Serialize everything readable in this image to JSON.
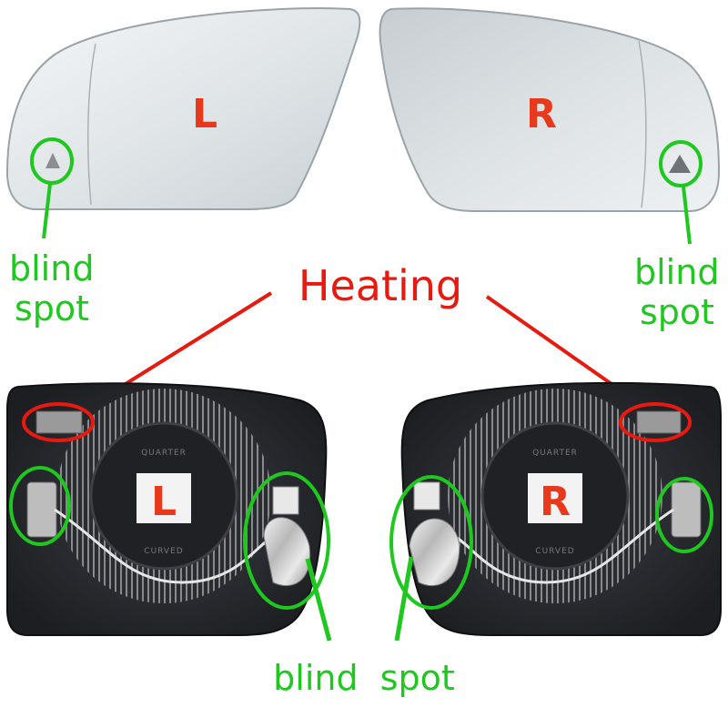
{
  "labels": {
    "heating": "Heating",
    "blind_spot_left_line1": "blind",
    "blind_spot_left_line2": "spot",
    "blind_spot_right_line1": "blind",
    "blind_spot_right_line2": "spot",
    "blind_spot_bottom": "blind  spot"
  },
  "mirrors": {
    "top_left_letter": "L",
    "top_right_letter": "R",
    "bottom_left_letter": "L",
    "bottom_right_letter": "R",
    "bottom_left_stamp_top": "QUARTER",
    "bottom_left_stamp_bottom": "CURVED",
    "bottom_right_stamp_top": "QUARTER",
    "bottom_right_stamp_bottom": "CURVED"
  },
  "colors": {
    "highlight_green": "#1fc81f",
    "heating_red": "#e8190f",
    "letter_red": "#e8391d"
  }
}
